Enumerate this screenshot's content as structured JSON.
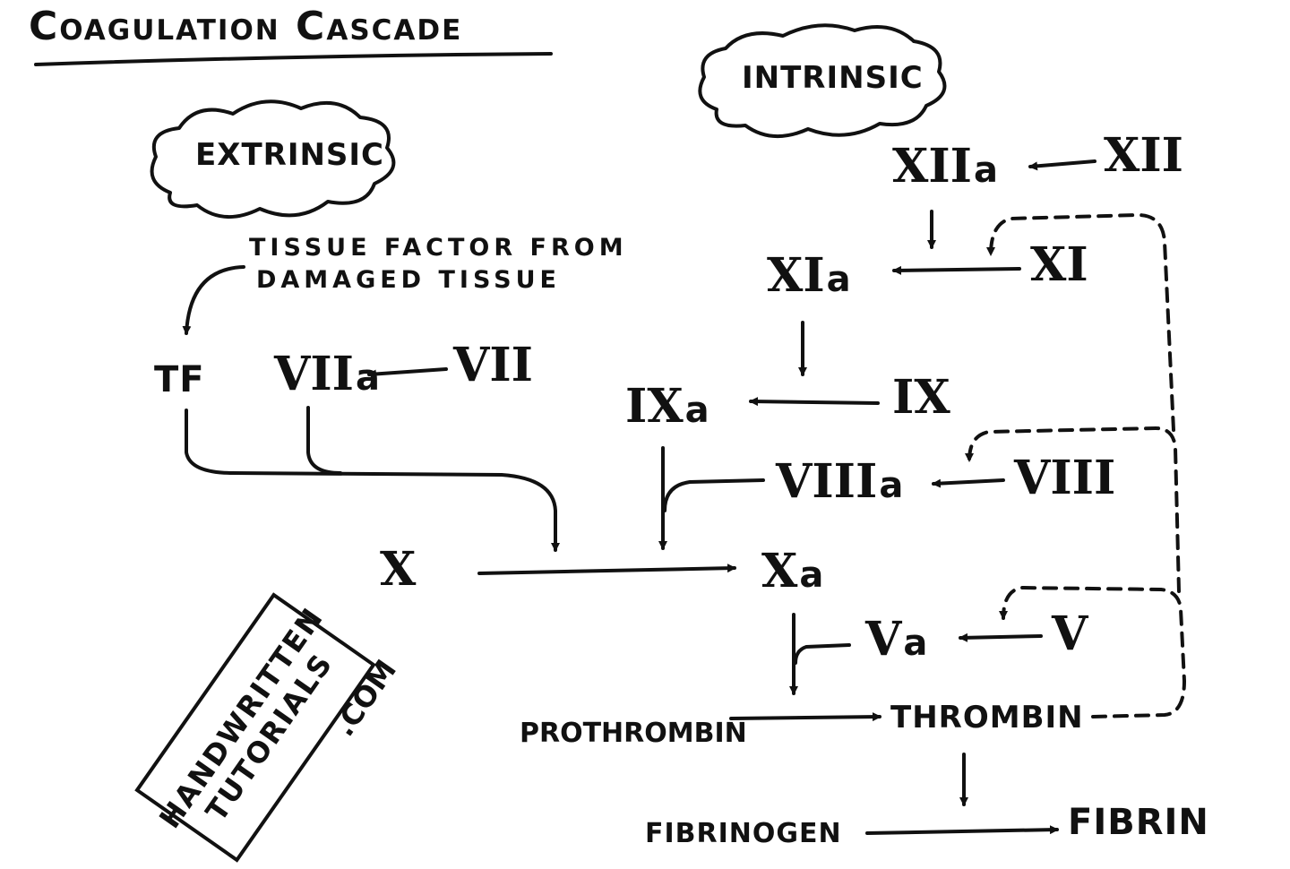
{
  "title": "Coagulation Cascade",
  "clouds": {
    "extrinsic": "EXTRINSIC",
    "intrinsic": "INTRINSIC"
  },
  "note": {
    "line1": "TISSUE FACTOR FROM",
    "line2": "DAMAGED TISSUE"
  },
  "extrinsic": {
    "tf": "TF",
    "f7a_num": "VII",
    "f7a_sub": "a",
    "f7": "VII"
  },
  "intrinsic": {
    "f12a_num": "XII",
    "f12a_sub": "a",
    "f12": "XII",
    "f11a_num": "XI",
    "f11a_sub": "a",
    "f11": "XI",
    "f9a_num": "IX",
    "f9a_sub": "a",
    "f9": "IX",
    "f8a_num": "VIII",
    "f8a_sub": "a",
    "f8": "VIII"
  },
  "common": {
    "f10": "X",
    "f10a_num": "X",
    "f10a_sub": "a",
    "f5a_num": "V",
    "f5a_sub": "a",
    "f5": "V",
    "prothrombin": "PROTHROMBIN",
    "thrombin": "THROMBIN",
    "fibrinogen": "FIBRINOGEN",
    "fibrin": "FIBRIN"
  },
  "logo": {
    "line1": "HANDWRITTEN",
    "line2": "TUTORIALS",
    "suffix": ".COM"
  },
  "colors": {
    "ink": "#111111",
    "paper": "#ffffff"
  }
}
